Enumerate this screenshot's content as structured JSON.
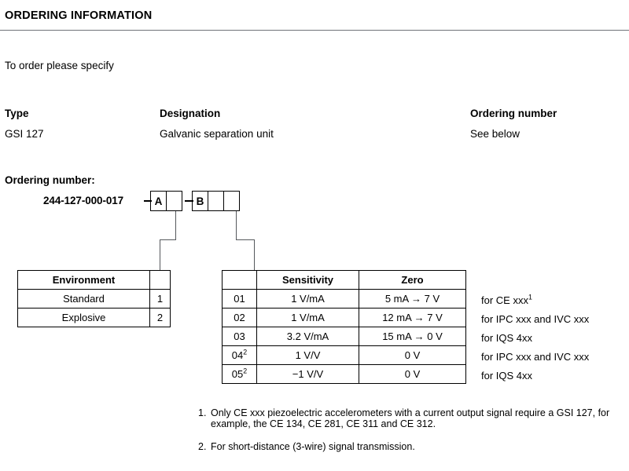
{
  "header": {
    "title": "ORDERING INFORMATION",
    "intro": "To order please specify"
  },
  "spec_row": {
    "type_label": "Type",
    "type_value": "GSI 127",
    "designation_label": "Designation",
    "designation_value": "Galvanic separation unit",
    "ordering_label": "Ordering number",
    "ordering_value": "See below"
  },
  "ordering": {
    "label": "Ordering number:",
    "base_code": "244-127-000-017",
    "group_a": [
      "A",
      ""
    ],
    "group_b": [
      "B",
      "",
      ""
    ]
  },
  "environment_table": {
    "header": "Environment",
    "rows": [
      {
        "name": "Standard",
        "code": "1"
      },
      {
        "name": "Explosive",
        "code": "2"
      }
    ]
  },
  "sensitivity_table": {
    "headers": {
      "code": "",
      "sensitivity": "Sensitivity",
      "zero": "Zero"
    },
    "rows": [
      {
        "code": "01",
        "code_sup": "",
        "sensitivity": "1 V/mA",
        "zero": "5 mA → 7 V",
        "annotation": "for CE xxx",
        "annotation_sup": "1"
      },
      {
        "code": "02",
        "code_sup": "",
        "sensitivity": "1 V/mA",
        "zero": "12 mA → 7 V",
        "annotation": "for IPC xxx and IVC xxx",
        "annotation_sup": ""
      },
      {
        "code": "03",
        "code_sup": "",
        "sensitivity": "3.2 V/mA",
        "zero": "15 mA → 0 V",
        "annotation": "for IQS 4xx",
        "annotation_sup": ""
      },
      {
        "code": "04",
        "code_sup": "2",
        "sensitivity": "1 V/V",
        "zero": "0 V",
        "annotation": "for IPC xxx and IVC xxx",
        "annotation_sup": ""
      },
      {
        "code": "05",
        "code_sup": "2",
        "sensitivity": "−1 V/V",
        "zero": "0 V",
        "annotation": "for IQS 4xx",
        "annotation_sup": ""
      }
    ]
  },
  "footnotes": [
    {
      "num": "1.",
      "text": "Only CE xxx piezoelectric accelerometers with a current output signal require a GSI 127, for example, the CE 134, CE 281, CE 311 and CE 312."
    },
    {
      "num": "2.",
      "text": "For short-distance (3-wire) signal transmission."
    }
  ],
  "colors": {
    "text": "#000000",
    "rule": "#6f7378",
    "leader_line": "#55585c"
  }
}
